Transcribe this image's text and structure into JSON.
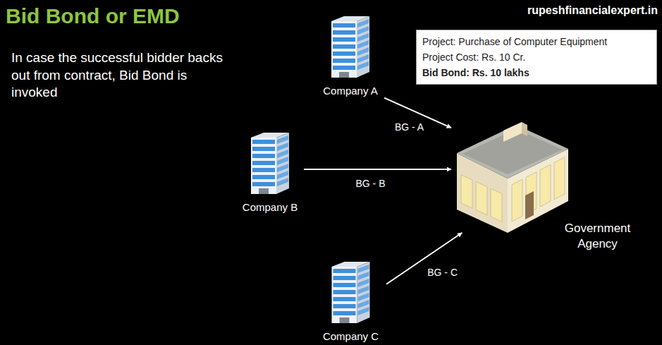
{
  "diagram": {
    "title": "Bid Bond or EMD",
    "nodes": [
      {
        "text": [
          "Company A"
        ]
      },
      {
        "text": [
          "Project: Purchase of Computer Equipment",
          "Project Cost: Rs. 10 Cr.",
          "Bid Bond: Rs. 10 lakhs"
        ]
      },
      {
        "text": [
          "Company B"
        ]
      },
      {
        "text": [
          "Government Agency"
        ]
      },
      {
        "text": [
          "Company C"
        ]
      }
    ],
    "edges": [
      {
        "from": 0,
        "to": 3,
        "arrow": "to",
        "label": "BG - A"
      },
      {
        "from": 2,
        "to": 3,
        "arrow": "to",
        "label": "BG - B"
      },
      {
        "from": 4,
        "to": 3,
        "arrow": "to",
        "label": "BG - C"
      }
    ],
    "labels": [
      "In case the successful bidder backs out from contract, Bid Bond is invoked",
      "rupeshfinancialexpert.in"
    ]
  }
}
